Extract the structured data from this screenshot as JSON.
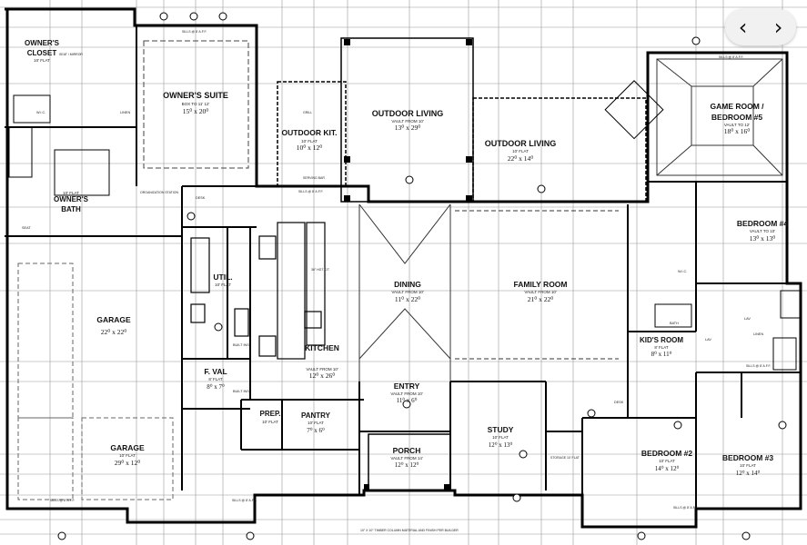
{
  "rooms": {
    "owners_closet": {
      "name1": "OWNER'S",
      "name2": "CLOSET",
      "sub": "10' FLAT",
      "note": "SEAT / MIRROR"
    },
    "owners_suite": {
      "name": "OWNER'S SUITE",
      "sub": "BOX TO 11' 12'",
      "dim": "15⁰ x 20⁰"
    },
    "owners_bath": {
      "name1": "OWNER'S",
      "name2": "BATH",
      "sub": "10' FLAT"
    },
    "outdoor_kit": {
      "name": "OUTDOOR KIT.",
      "sub": "10' FLAT",
      "dim": "10⁰ x 12⁰",
      "grill": "GRILL",
      "bar": "SERVING BAR"
    },
    "outdoor_living_1": {
      "name": "OUTDOOR LIVING",
      "sub": "VAULT FROM 10'",
      "dim": "13⁰ x 29⁰"
    },
    "outdoor_living_2": {
      "name": "OUTDOOR LIVING",
      "sub": "10' FLAT",
      "dim": "22⁰ x 14⁰"
    },
    "game_room": {
      "name1": "GAME ROOM /",
      "name2": "BEDROOM #5",
      "sub": "VAULT TO 12'",
      "dim": "18⁰ x 16⁰"
    },
    "bedroom4": {
      "name": "BEDROOM #4",
      "sub": "VAULT TO 10'",
      "dim": "13⁰ x 13⁰"
    },
    "garage1": {
      "name": "GARAGE",
      "dim": "22⁰ x 22⁰"
    },
    "garage2": {
      "name": "GARAGE",
      "sub": "10' FLAT",
      "dim": "29⁰ x 12⁰"
    },
    "util": {
      "name": "UTIL.",
      "sub": "10' FLAT"
    },
    "kitchen": {
      "name": "KITCHEN",
      "sub": "VAULT FROM 10'",
      "dim": "12⁰ x 26⁰",
      "island": "36\" HGT C/T"
    },
    "dining": {
      "name": "DINING",
      "sub": "VAULT FROM 10'",
      "dim": "11⁰ x 22⁰"
    },
    "family_room": {
      "name": "FAMILY ROOM",
      "sub": "VAULT FROM 10'",
      "dim": "21⁰ x 22⁰"
    },
    "kids_room": {
      "name": "KID'S ROOM",
      "sub": "8' FLAT",
      "dim": "8⁰ x 11⁰"
    },
    "f_val": {
      "name": "F. VAL",
      "sub": "8' FLAT",
      "dim": "8⁰ x 7⁰"
    },
    "prep": {
      "name": "PREP.",
      "sub": "10' FLAT"
    },
    "pantry": {
      "name": "PANTRY",
      "sub": "10' FLAT",
      "dim": "7⁰ x 6⁰"
    },
    "entry": {
      "name": "ENTRY",
      "sub": "VAULT FROM 10'",
      "dim": "11⁰ x 6⁰"
    },
    "study": {
      "name": "STUDY",
      "sub": "10' FLAT",
      "dim": "12⁰ x 13⁰"
    },
    "porch": {
      "name": "PORCH",
      "sub": "VAULT FROM 14'",
      "dim": "12⁰ x 12⁰"
    },
    "bedroom2": {
      "name": "BEDROOM #2",
      "sub": "10' FLAT",
      "dim": "14⁰ x 12⁰"
    },
    "bedroom3": {
      "name": "BEDROOM #3",
      "sub": "10' FLAT",
      "dim": "12⁰ x 14⁰"
    }
  },
  "labels": {
    "wic": "W.I.C.",
    "linen": "LINEN",
    "seat": "SEAT",
    "organization": "ORGANIZATION STATION",
    "desk": "DESK",
    "built_ins": "BUILT INS",
    "storage": "STORAGE 10' FLAT",
    "bath": "BATH",
    "lav": "LAV",
    "sills": "SILLS @ 8' A.F.F.",
    "timber": "10\" X 10\" TIMBER COLUMN MATERIAL AND FINISH PER BUILDER"
  },
  "nav": {
    "prev": "‹",
    "next": "›"
  }
}
